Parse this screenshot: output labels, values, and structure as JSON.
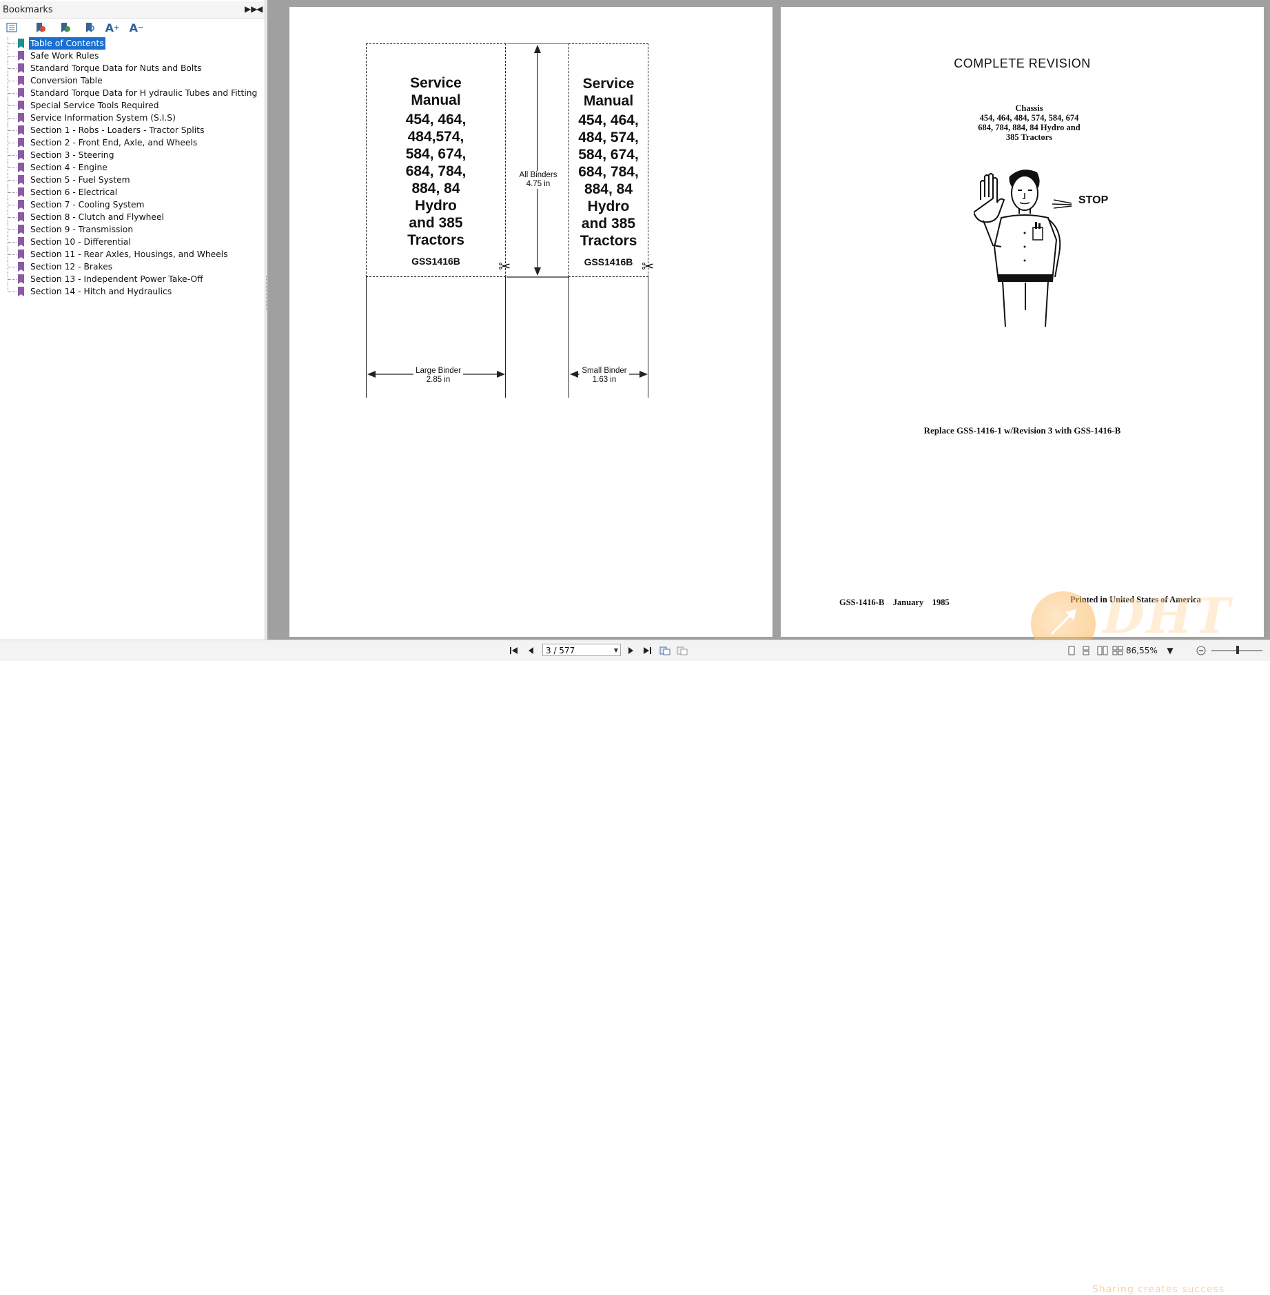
{
  "sidebar": {
    "title": "Bookmarks",
    "items": [
      {
        "label": "Table of Contents",
        "selected": true
      },
      {
        "label": "Safe Work Rules"
      },
      {
        "label": "Standard Torque Data for Nuts and Bolts"
      },
      {
        "label": "Conversion Table"
      },
      {
        "label": "Standard Torque Data for H ydraulic Tubes and Fitting"
      },
      {
        "label": "Special Service Tools Required"
      },
      {
        "label": "Service Information System (S.I.S)"
      },
      {
        "label": "Section 1 - Robs - Loaders - Tractor Splits"
      },
      {
        "label": "Section 2 - Front End, Axle, and Wheels"
      },
      {
        "label": "Section 3 - Steering"
      },
      {
        "label": "Section 4 - Engine"
      },
      {
        "label": "Section 5 - Fuel System"
      },
      {
        "label": "Section 6 - Electrical"
      },
      {
        "label": "Section 7 - Cooling System"
      },
      {
        "label": "Section 8 - Clutch and Flywheel"
      },
      {
        "label": "Section 9 - Transmission"
      },
      {
        "label": "Section 10 - Differential"
      },
      {
        "label": "Section 11 - Rear Axles, Housings, and Wheels"
      },
      {
        "label": "Section 12 - Brakes"
      },
      {
        "label": "Section 13 - Independent Power Take-Off"
      },
      {
        "label": "Section 14 - Hitch and Hydraulics"
      }
    ],
    "toolbar_icons": [
      "options-icon",
      "bookmark-add-icon",
      "bookmark-expand-icon",
      "bookmark-find-icon",
      "font-increase-icon",
      "font-decrease-icon"
    ]
  },
  "left_page": {
    "large": {
      "line1": "Service",
      "line2": "Manual",
      "n1": "454, 464,",
      "n2": "484,574,",
      "n3": "584, 674,",
      "n4": "684, 784,",
      "n5": "884, 84",
      "t1": "Hydro",
      "t2": "and 385",
      "t3": "Tractors",
      "code": "GSS1416B"
    },
    "small": {
      "line1": "Service",
      "line2": "Manual",
      "n1": "454, 464,",
      "n2": "484, 574,",
      "n3": "584, 674,",
      "n4": "684, 784,",
      "n5": "884, 84",
      "t1": "Hydro",
      "t2": "and 385",
      "t3": "Tractors",
      "code": "GSS1416B"
    },
    "all_binders_label": "All Binders",
    "all_binders_value": "4.75 in",
    "large_binder_label": "Large Binder",
    "large_binder_value": "2.85 in",
    "small_binder_label": "Small Binder",
    "small_binder_value": "1.63 in"
  },
  "right_page": {
    "title": "COMPLETE REVISION",
    "chassis_label": "Chassis",
    "chassis_line1": "454, 464, 484, 574, 584, 674",
    "chassis_line2": "684, 784, 884, 84 Hydro and",
    "chassis_line3": "385 Tractors",
    "stop": "STOP",
    "replace": "Replace GSS-1416-1 w/Revision 3 with GSS-1416-B",
    "footer_code": "GSS-1416-B",
    "footer_month": "January",
    "footer_year": "1985",
    "printed": "Printed in United States of America"
  },
  "bottom": {
    "page_indicator": "3 / 577",
    "zoom": "86,55%"
  },
  "watermark": {
    "text": "DHT",
    "sub": "Sharing creates success"
  }
}
